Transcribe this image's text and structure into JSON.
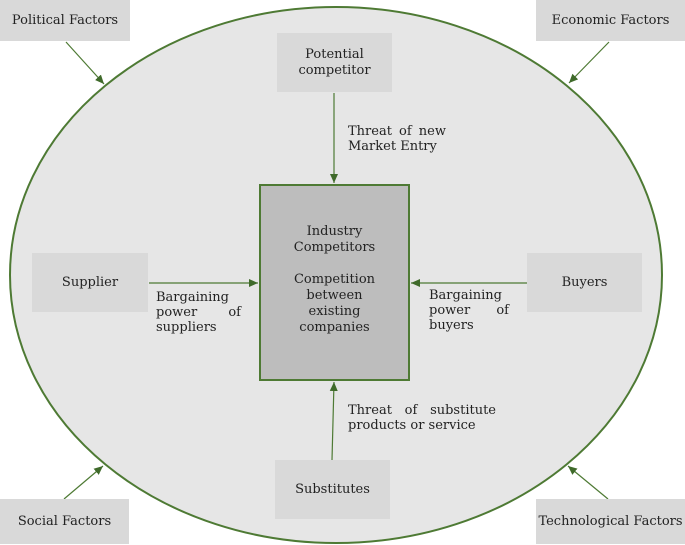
{
  "corners": {
    "political": "Political Factors",
    "economic": "Economic Factors",
    "social": "Social Factors",
    "technological": "Technological Factors"
  },
  "forces": {
    "potential_competitor": [
      "Potential",
      "competitor"
    ],
    "supplier": "Supplier",
    "buyers": "Buyers",
    "substitutes": "Substitutes"
  },
  "center": {
    "line1": "Industry",
    "line2": "Competitors",
    "line3": "Competition",
    "line4": "between",
    "line5": "existing",
    "line6": "companies"
  },
  "labels": {
    "new_entry": [
      "Threat of new",
      "Market Entry"
    ],
    "suppliers_power": [
      "Bargaining",
      "power of",
      "suppliers"
    ],
    "buyers_power": [
      "Bargaining",
      "power of",
      "buyers"
    ],
    "substitute_threat": [
      "Threat of substitute",
      "products or service"
    ]
  },
  "colors": {
    "ellipse_fill": "#e6e6e6",
    "outline_green": "#4e7a34",
    "box_gray": "#d9d9d9",
    "center_gray": "#bdbdbd"
  }
}
